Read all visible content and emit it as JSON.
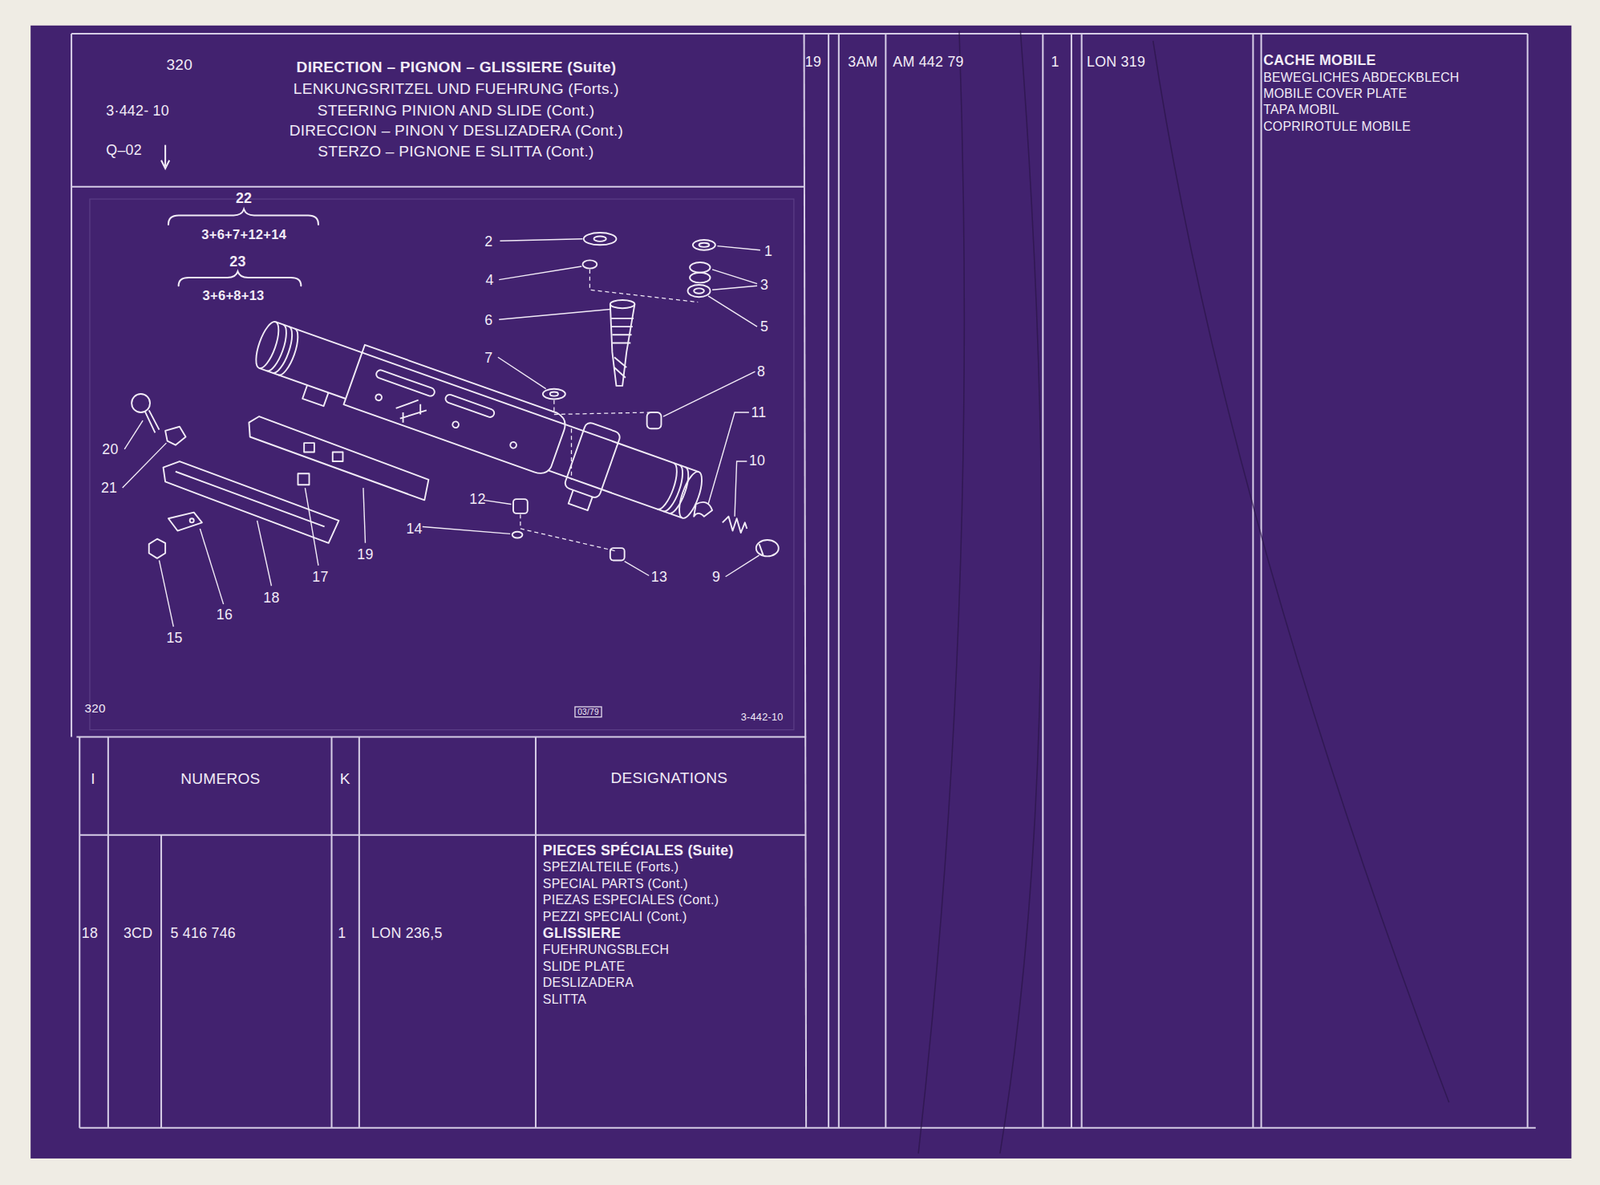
{
  "diagram": {
    "title": "DIRECTION – PIGNON – GLISSIERE (Suite)",
    "labels": [
      "320",
      "3·442- 10",
      "Q–02",
      "LENKUNGSRITZEL UND FUEHRUNG (Forts.)",
      "STEERING PINION AND SLIDE (Cont.)",
      "DIRECCION – PINON Y DESLIZADERA (Cont.)",
      "STERZO – PIGNONE E SLITTA (Cont.)",
      "22",
      "3+6+7+12+14",
      "23",
      "3+6+8+13",
      "2",
      "1",
      "4",
      "3",
      "6",
      "5",
      "7",
      "8",
      "11",
      "10",
      "20",
      "21",
      "12",
      "14",
      "19",
      "17",
      "9",
      "13",
      "18",
      "16",
      "15",
      "320",
      "03/79",
      "3-442-10",
      "I",
      "NUMEROS",
      "K",
      "DESIGNATIONS",
      "18",
      "3CD",
      "5 416 746",
      "1",
      "LON 236,5",
      "PIECES SPÉCIALES (Suite)",
      "SPEZIALTEILE (Forts.)",
      "SPECIAL PARTS (Cont.)",
      "PIEZAS ESPECIALES (Cont.)",
      "PEZZI SPECIALI (Cont.)",
      "GLISSIERE",
      "FUEHRUNGSBLECH",
      "SLIDE PLATE",
      "DESLIZADERA",
      "SLITTA",
      "19",
      "3AM",
      "AM 442 79",
      "1",
      "LON 319",
      "CACHE MOBILE",
      "BEWEGLICHES ABDECKBLECH",
      "MOBILE COVER PLATE",
      "TAPA MOBIL",
      "COPRIROTULE MOBILE"
    ]
  }
}
